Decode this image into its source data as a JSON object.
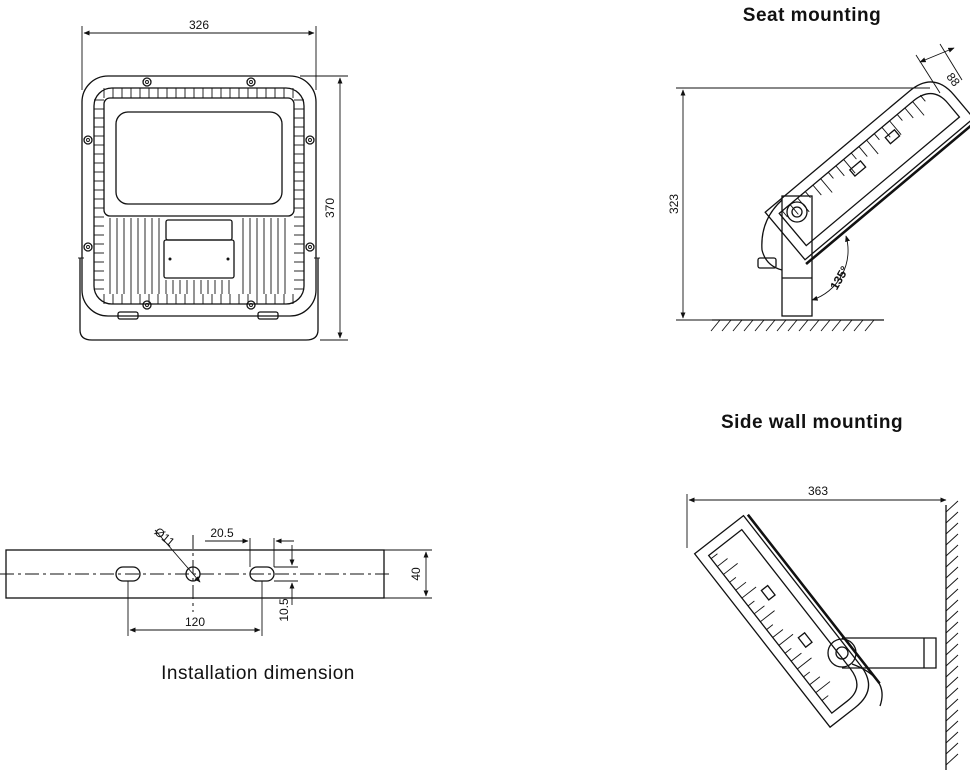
{
  "front_view": {
    "width_label": "326",
    "height_label": "370"
  },
  "seat_mounting": {
    "title": "Seat mounting",
    "height_label": "323",
    "depth_label": "88",
    "angle_label": "135°"
  },
  "side_wall_mounting": {
    "title": "Side wall mounting",
    "projection_label": "363"
  },
  "installation": {
    "caption": "Installation dimension",
    "hole_diameter_label": "Ø11",
    "slot_width_label": "20.5",
    "spacing_label": "120",
    "slot_height_label": "10.5",
    "bar_height_label": "40"
  }
}
